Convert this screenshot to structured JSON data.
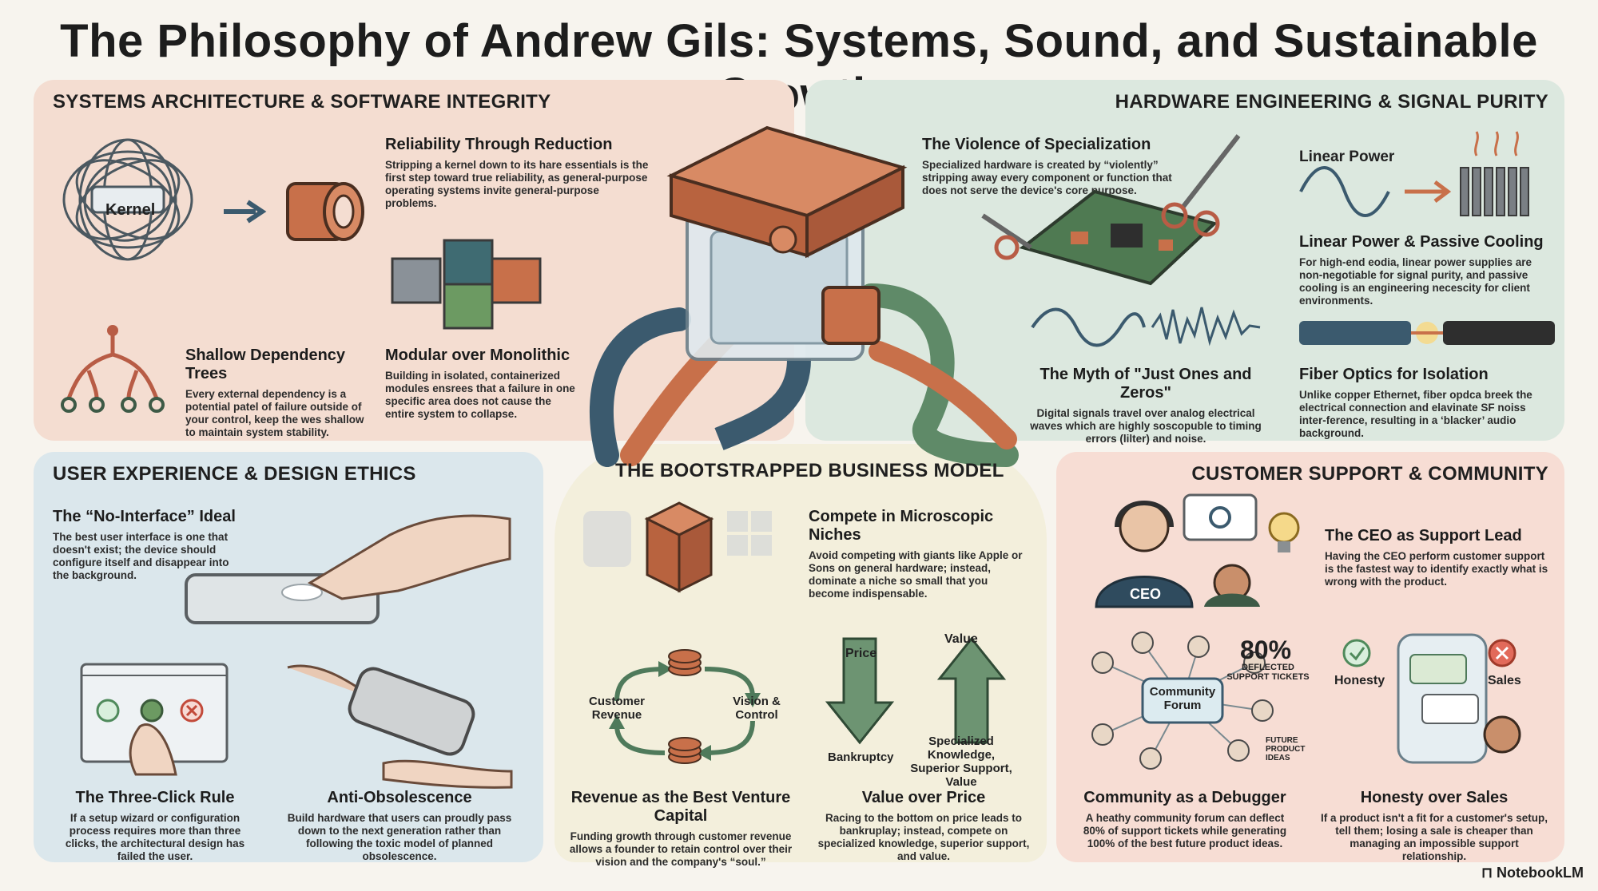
{
  "title": "The Philosophy of Andrew Gils: Systems, Sound, and Sustainable Growth",
  "colors": {
    "copper": "#c8704a",
    "green": "#5f8a68",
    "navy": "#3b5a6e",
    "rose": "#f4ddd1",
    "mint": "#dce8df",
    "sky": "#dbe7ec",
    "cream": "#f3efdc"
  },
  "systems": {
    "heading": "SYSTEMS ARCHITECTURE & SOFTWARE INTEGRITY",
    "kernel_label": "Kernel",
    "reliability": {
      "title": "Reliability Through Reduction",
      "text": "Stripping a kernel down to its hare essentials is the first step toward true reliability, as general-purpose operating systems invite general-purpose problems."
    },
    "shallow": {
      "title": "Shallow Dependency Trees",
      "text": "Every external dependency is a potential patel of failure outside of your control, keep the wes shallow to maintain system stability."
    },
    "modular": {
      "title": "Modular over Monolithic",
      "text": "Building in isolated, containerized modules ensrees that a failure in one specific area does not cause the entire system to collapse."
    }
  },
  "hardware": {
    "heading": "HARDWARE ENGINEERING & SIGNAL PURITY",
    "violence": {
      "title": "The Violence of Specialization",
      "text": "Specialized hardware is created by “violently” stripping away every component or function that does not serve the device's core purpose."
    },
    "linear_label": "Linear Power",
    "linear": {
      "title": "Linear Power & Passive Cooling",
      "text": "For high-end eodia, linear power supplies are non-negotiable for signal purity, and passive cooling is an engineering necescity for client environments."
    },
    "myth": {
      "title": "The Myth of \"Just Ones and Zeros\"",
      "text": "Digital signals travel over analog electrical waves which are highly soscopuble to timing errors (lilter) and noise."
    },
    "fiber": {
      "title": "Fiber Optics for Isolation",
      "text": "Unlike copper Ethernet, fiber opdca breek the electrical connection and elavinate SF noiss inter-ference, resulting in a ‘blacker’ audio background."
    }
  },
  "ux": {
    "heading": "USER EXPERIENCE & DESIGN ETHICS",
    "nointerface": {
      "title": "The “No-Interface” Ideal",
      "text": "The best user interface is one that doesn't exist; the device should configure itself and disappear into the background."
    },
    "threeclick": {
      "title": "The Three-Click Rule",
      "text": "If a setup wizard or configuration process requires more than three clicks, the architectural design has failed the user."
    },
    "antiobs": {
      "title": "Anti-Obsolescence",
      "text": "Build hardware that users can proudly pass down to the next generation rather than following the toxic model of planned obsolescence."
    }
  },
  "business": {
    "heading": "THE BOOTSTRAPPED BUSINESS MODEL",
    "niches": {
      "title": "Compete in Microscopic Niches",
      "text": "Avoid competing with giants like Apple or Sons on general hardware; instead, dominate a niche so small that you become indispensable."
    },
    "cycle": {
      "left": "Customer\nRevenue",
      "right": "Vision &\nControl"
    },
    "arrows": {
      "price": "Price",
      "value": "Value",
      "bankruptcy": "Bankruptcy",
      "superior": "Specialized Knowledge,\nSuperior Support,\nValue"
    },
    "revenue": {
      "title": "Revenue as the Best Venture Capital",
      "text": "Funding growth through customer revenue allows a founder to retain control over their vision and the company's “soul.”"
    },
    "value": {
      "title": "Value over Price",
      "text": "Racing to the bottom on price leads to bankruplay; instead, compete on specialized knowledge, superior support, and value."
    }
  },
  "support": {
    "heading": "CUSTOMER SUPPORT & COMMUNITY",
    "ceo_label": "CEO",
    "ceo": {
      "title": "The CEO as Support Lead",
      "text": "Having the CEO perform customer support is the fastest way to identify exactly what is wrong with the product."
    },
    "stat_value": "80%",
    "stat_label": "DEFLECTED\nSUPPORT TICKETS",
    "future_label": "FUTURE\nPRODUCT\nIDEAS",
    "forum_label": "Community\nForum",
    "honesty_label": "Honesty",
    "sales_label": "Sales",
    "debugger": {
      "title": "Community as a Debugger",
      "text": "A heathy community forum can deflect 80% of support tickets while generating 100% of the best future product ideas."
    },
    "honesty": {
      "title": "Honesty over Sales",
      "text": "If a product isn't a fit for a customer's setup, tell them; losing a sale is cheaper than managing an impossible support relationship."
    }
  },
  "footer": "NotebookLM"
}
